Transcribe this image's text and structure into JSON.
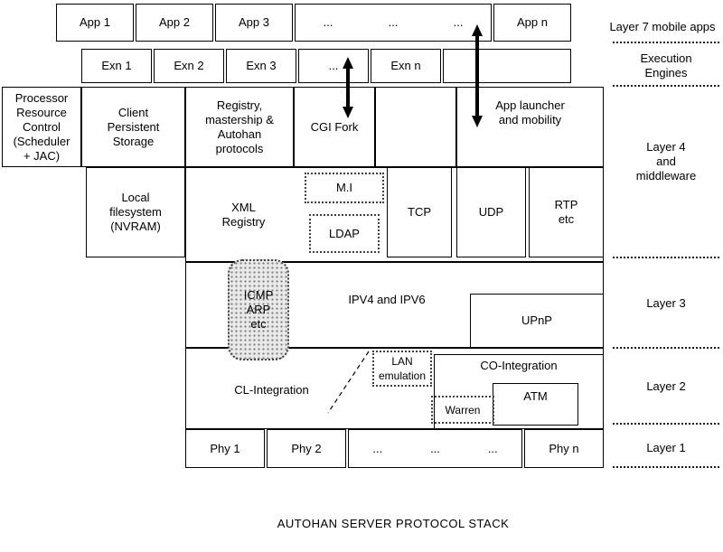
{
  "caption": "AUTOHAN SERVER PROTOCOL STACK",
  "colors": {
    "line": "#000000",
    "dotted_border": "#404040",
    "stipple_fill": "#e9e9e9"
  },
  "app_row": {
    "app1": "App 1",
    "app2": "App 2",
    "app3": "App 3",
    "dots": "...",
    "appn": "App n"
  },
  "exn_row": {
    "exn1": "Exn 1",
    "exn2": "Exn 2",
    "exn3": "Exn 3",
    "dots": "...",
    "exnn": "Exn n"
  },
  "layer4": {
    "processor": "Processor\nResource\nControl\n(Scheduler\n+ JAC)",
    "client_storage": "Client\nPersistent\nStorage",
    "registry": "Registry,\nmastership &\nAutohan\nprotocols",
    "cgi_fork": "CGI Fork",
    "app_launcher": "App launcher\nand mobility",
    "local_fs": "Local\nfilesystem\n(NVRAM)",
    "xml_registry": "XML\nRegistry",
    "mi": "M.I",
    "ldap": "LDAP",
    "tcp": "TCP",
    "udp": "UDP",
    "rtp": "RTP\netc"
  },
  "layer3": {
    "icmp": "ICMP\nARP\netc",
    "ip": "IPV4 and IPV6",
    "upnp": "UPnP"
  },
  "layer2": {
    "cl": "CL-Integration",
    "lan": "LAN\nemulation",
    "co": "CO-Integration",
    "warren": "Warren",
    "atm": "ATM"
  },
  "layer1": {
    "phy1": "Phy 1",
    "phy2": "Phy 2",
    "dots": "...",
    "phyn": "Phy n"
  },
  "sidebar": {
    "l7": "Layer 7 mobile apps",
    "exec": "Execution\nEngines",
    "l4": "Layer 4\nand\nmiddleware",
    "l3": "Layer 3",
    "l2": "Layer 2",
    "l1": "Layer 1"
  }
}
